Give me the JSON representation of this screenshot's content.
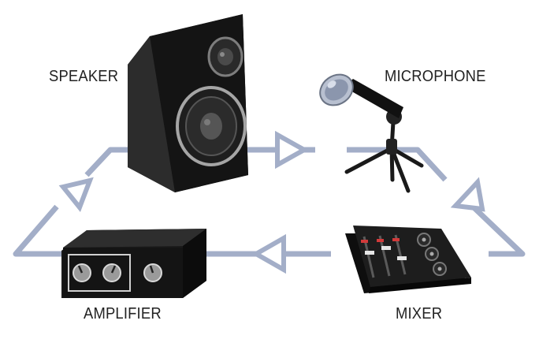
{
  "labels": {
    "speaker": "SPEAKER",
    "microphone": "MICROPHONE",
    "amplifier": "AMPLIFIER",
    "mixer": "MIXER"
  },
  "colors": {
    "signal_path": "#a3aec8",
    "device_body": "#1a1a1a",
    "device_highlight": "#3a3a3a",
    "label_text": "#222222"
  },
  "icons": {
    "speaker": "speaker-icon",
    "microphone": "microphone-icon",
    "amplifier": "amplifier-icon",
    "mixer": "mixer-icon"
  }
}
